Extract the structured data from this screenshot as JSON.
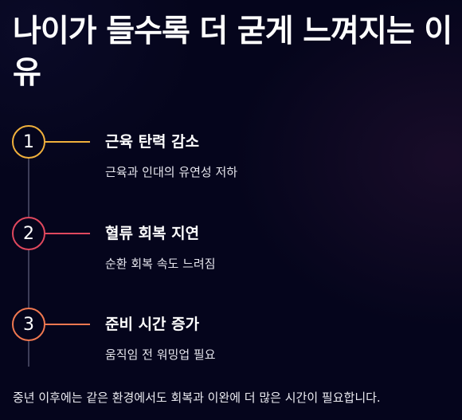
{
  "title": "나이가 들수록 더 굳게 느껴지는 이유",
  "steps": [
    {
      "number": "1",
      "title": "근육 탄력 감소",
      "desc": "근육과 인대의 유연성 저하",
      "color": "#f0b03c"
    },
    {
      "number": "2",
      "title": "혈류 회복 지연",
      "desc": "순환 회복 속도 느려짐",
      "color": "#e0485e"
    },
    {
      "number": "3",
      "title": "준비 시간 증가",
      "desc": "움직임 전 워밍업 필요",
      "color": "#f07850"
    }
  ],
  "footer": "중년 이후에는 같은 환경에서도 회복과 이완에 더 많은 시간이 필요합니다."
}
